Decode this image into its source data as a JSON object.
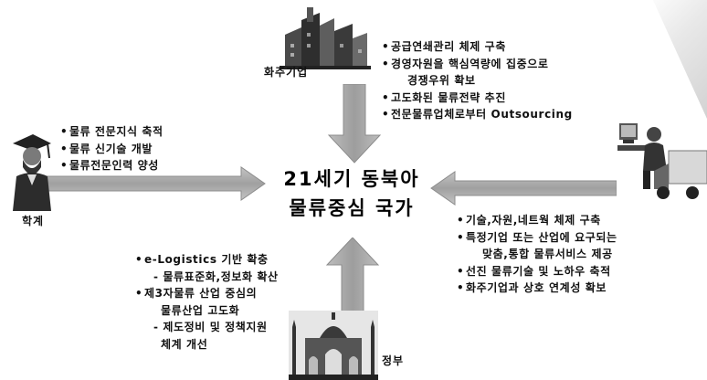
{
  "center_title": {
    "line1": "21세기 동북아",
    "line2": "물류중심 국가"
  },
  "shipper": {
    "label": "화주기업",
    "items": [
      {
        "text": "공급연쇄관리 체제 구축",
        "style": "b"
      },
      {
        "text": "경영자원을 핵심역량에 집중으로",
        "style": "b"
      },
      {
        "text": "경쟁우위 확보",
        "style": "cont"
      },
      {
        "text": "고도화된 물류전략 추진",
        "style": "b"
      },
      {
        "text": "전문물류업체로부터 Outsourcing",
        "style": "b"
      }
    ]
  },
  "academia": {
    "label": "학계",
    "items": [
      {
        "text": "물류 전문지식 축적",
        "style": "b"
      },
      {
        "text": "물류 신기술 개발",
        "style": "b"
      },
      {
        "text": "물류전문인력 양성",
        "style": "b"
      }
    ]
  },
  "logistics": {
    "items": [
      {
        "text": "기술,자원,네트웍 체제 구축",
        "style": "b"
      },
      {
        "text": "특정기업 또는 산업에 요구되는",
        "style": "b"
      },
      {
        "text": "맞춤,통합 물류서비스 제공",
        "style": "cont"
      },
      {
        "text": "선진 물류기술 및 노하우 축적",
        "style": "b"
      },
      {
        "text": "화주기업과 상호 연계성 확보",
        "style": "b"
      }
    ]
  },
  "government": {
    "label": "정부",
    "items": [
      {
        "text": "e-Logistics 기반 확충",
        "style": "b"
      },
      {
        "text": "- 물류표준화,정보화 확산",
        "style": "sub"
      },
      {
        "text": "제3자물류 산업 중심의",
        "style": "b"
      },
      {
        "text": "물류산업 고도화",
        "style": "cont"
      },
      {
        "text": "- 제도정비 및 정책지원",
        "style": "sub"
      },
      {
        "text": "체계 개선",
        "style": "cont"
      }
    ]
  },
  "colors": {
    "arrow_fill": "#a9a9a9",
    "arrow_edge": "#8c8c8c",
    "text": "#111111"
  },
  "icons": {
    "shipper": "factory-icon",
    "academia": "graduate-icon",
    "logistics": "truck-worker-icon",
    "government": "palace-icon"
  }
}
